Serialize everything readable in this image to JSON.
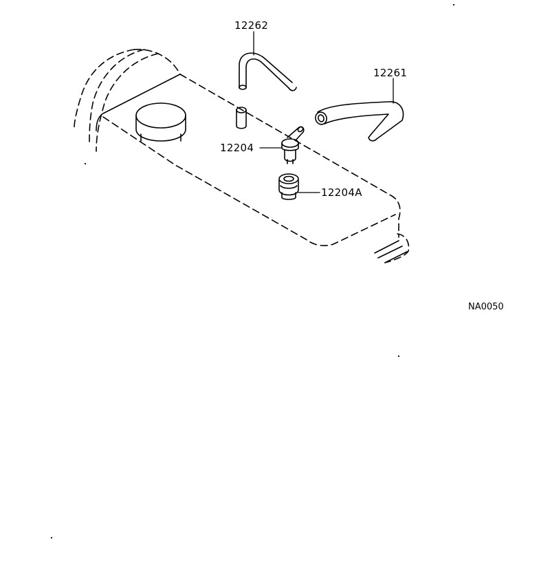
{
  "parts": [
    {
      "id": "hose-upper",
      "number": "12262"
    },
    {
      "id": "hose-right",
      "number": "12261"
    },
    {
      "id": "pcv-valve",
      "number": "12204"
    },
    {
      "id": "grommet",
      "number": "12204A"
    }
  ],
  "figure_code": "NA0050",
  "colors": {
    "line": "#000000",
    "background": "#ffffff"
  }
}
